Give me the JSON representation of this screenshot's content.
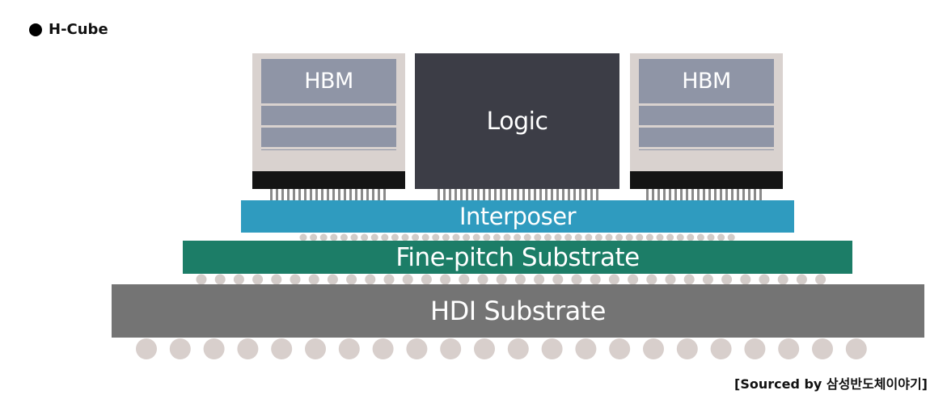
{
  "heading": {
    "title": "H-Cube"
  },
  "diagram": {
    "hbm_left": {
      "label": "HBM",
      "color": "#8f95a6"
    },
    "logic": {
      "label": "Logic",
      "color": "#3c3d46"
    },
    "hbm_right": {
      "label": "HBM",
      "color": "#8f95a6"
    },
    "interposer": {
      "label": "Interposer",
      "color": "#2f9bbf"
    },
    "fine_pitch": {
      "label": "Fine-pitch Substrate",
      "color": "#1c7d67"
    },
    "hdi": {
      "label": "HDI Substrate",
      "color": "#747474"
    },
    "bump_color": "#d3ccc9",
    "large_ball_color": "#d8cfcc"
  },
  "footer": {
    "credit": "[Sourced by 삼성반도체이야기]"
  }
}
